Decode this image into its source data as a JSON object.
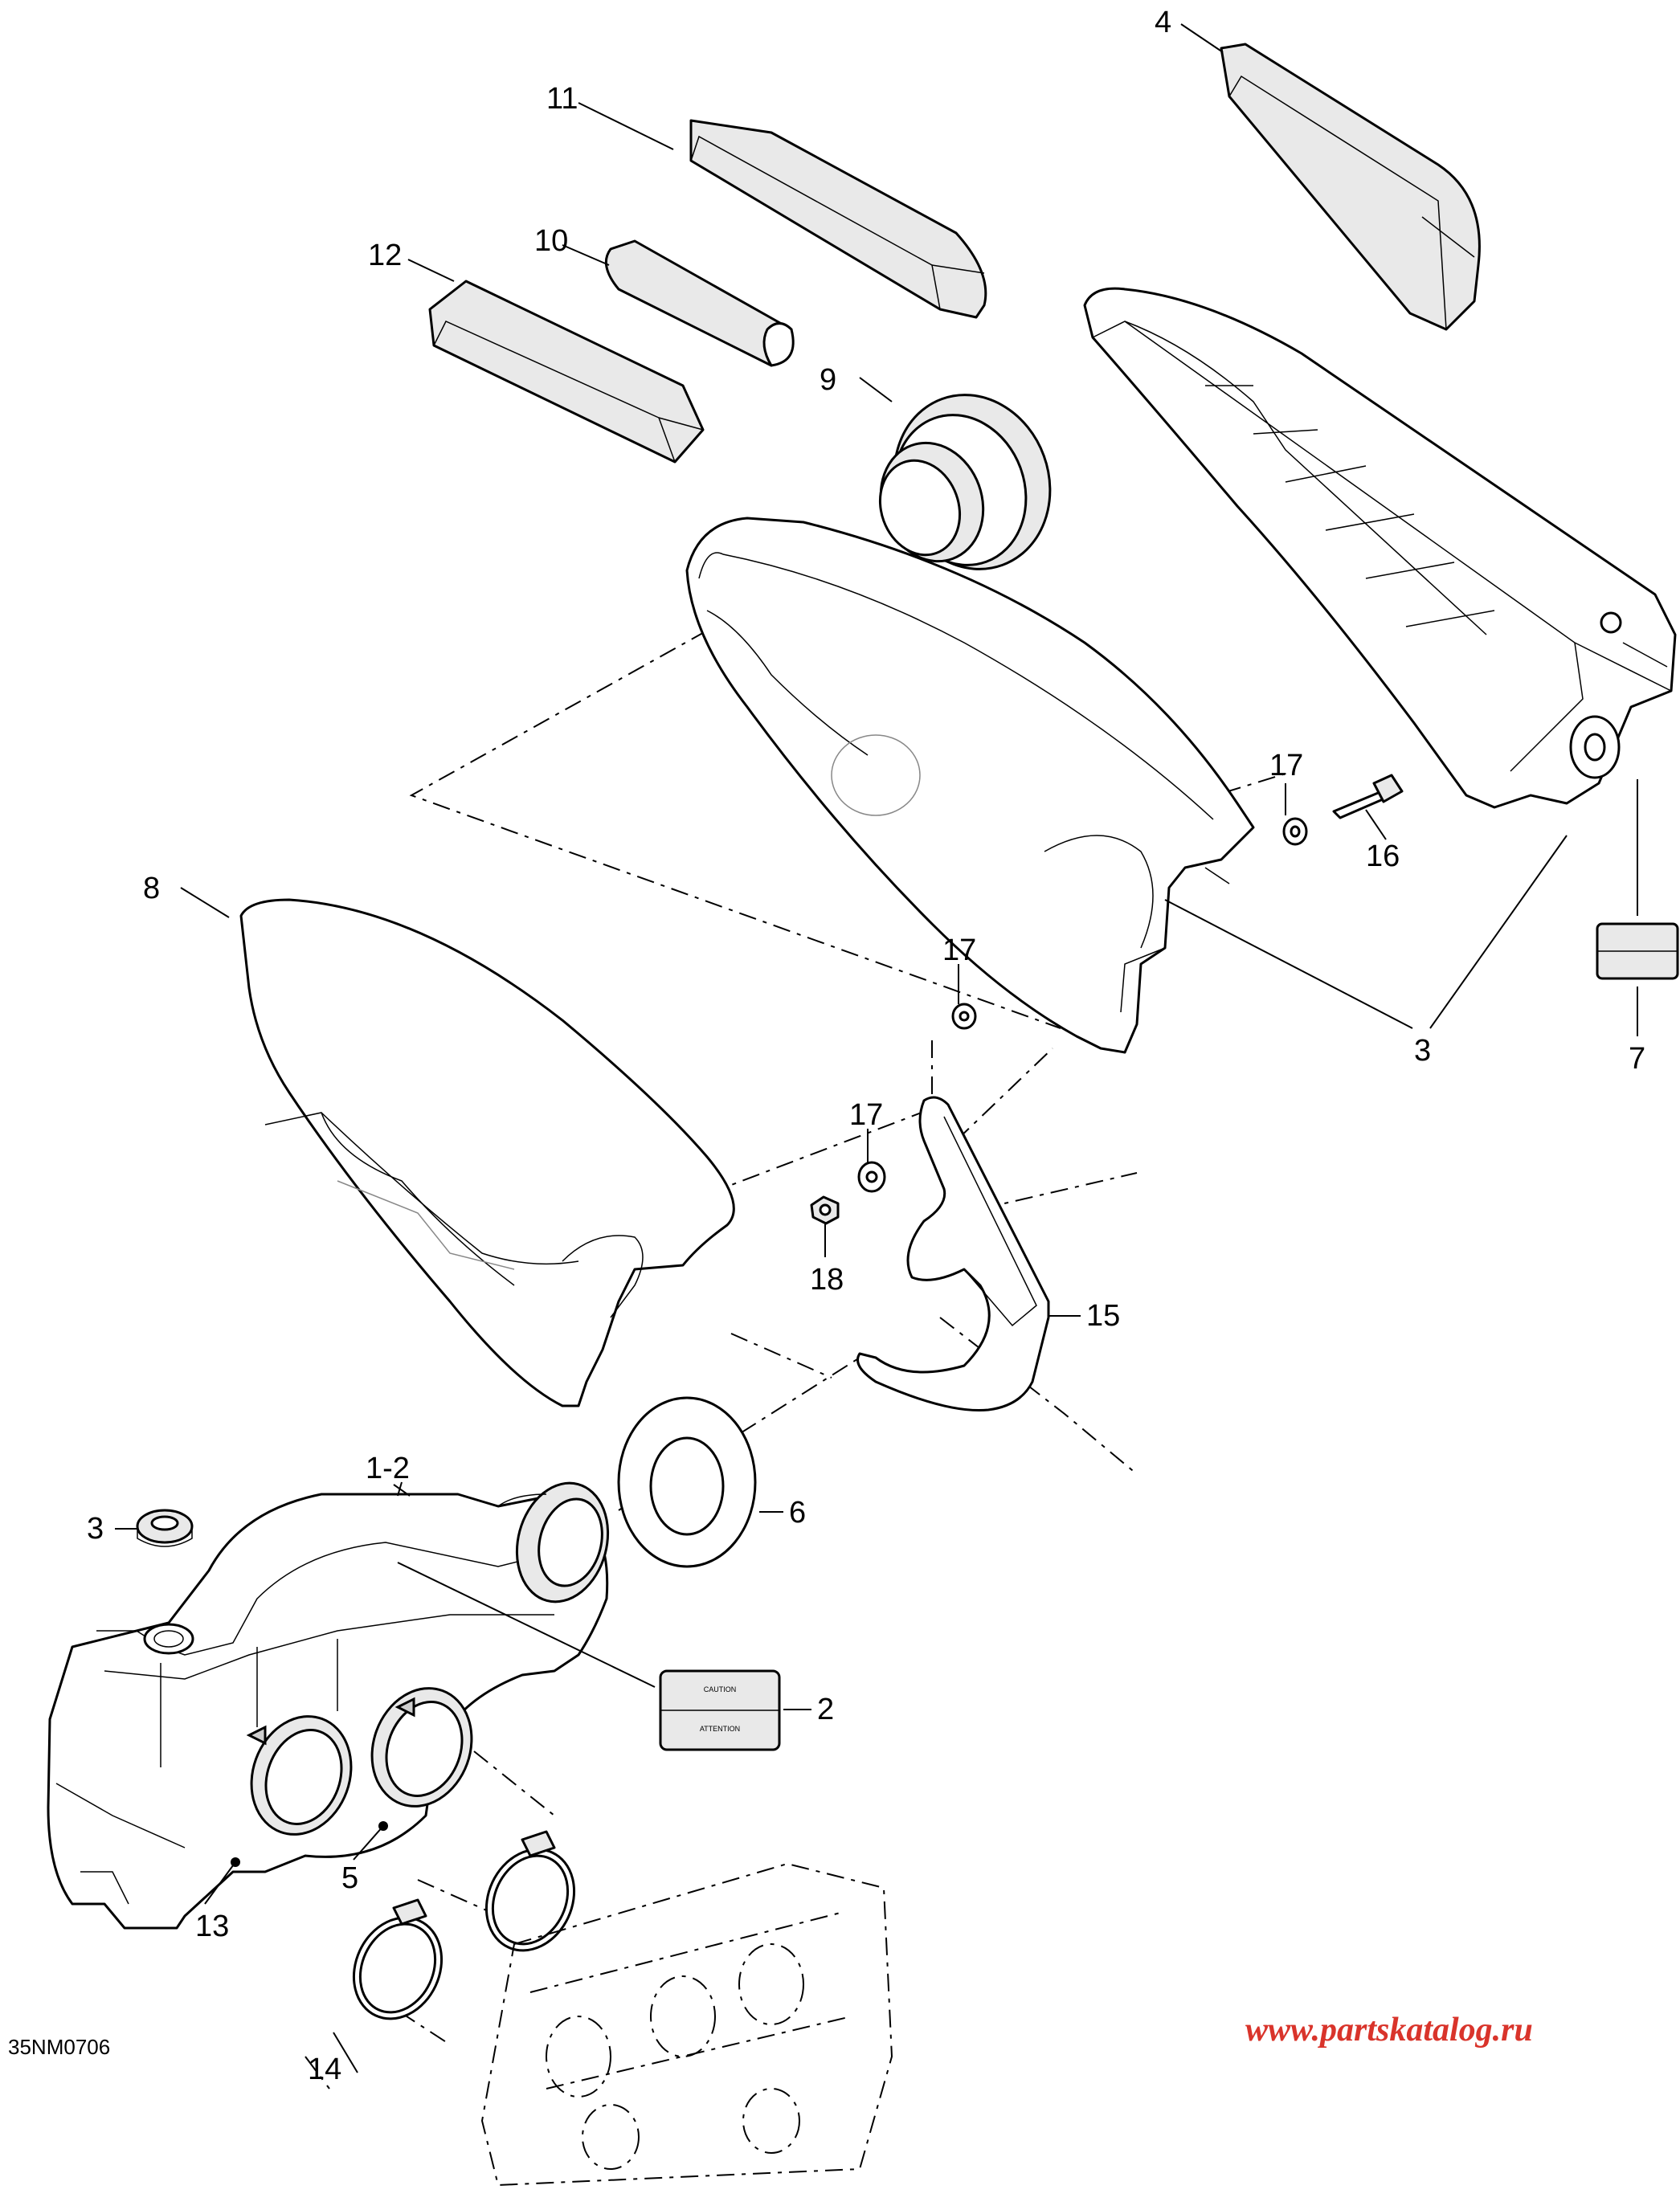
{
  "diagram": {
    "drawing_code": "35NM0706",
    "watermark": "www.partskatalog.ru",
    "callouts": [
      {
        "id": "c1-2",
        "text": "1-2"
      },
      {
        "id": "c2",
        "text": "2"
      },
      {
        "id": "c3a",
        "text": "3"
      },
      {
        "id": "c3b",
        "text": "3"
      },
      {
        "id": "c4",
        "text": "4"
      },
      {
        "id": "c5",
        "text": "5"
      },
      {
        "id": "c6",
        "text": "6"
      },
      {
        "id": "c7",
        "text": "7"
      },
      {
        "id": "c8",
        "text": "8"
      },
      {
        "id": "c9",
        "text": "9"
      },
      {
        "id": "c10",
        "text": "10"
      },
      {
        "id": "c11",
        "text": "11"
      },
      {
        "id": "c12",
        "text": "12"
      },
      {
        "id": "c13",
        "text": "13"
      },
      {
        "id": "c14",
        "text": "14"
      },
      {
        "id": "c15",
        "text": "15"
      },
      {
        "id": "c16",
        "text": "16"
      },
      {
        "id": "c17a",
        "text": "17"
      },
      {
        "id": "c17b",
        "text": "17"
      },
      {
        "id": "c17c",
        "text": "17"
      },
      {
        "id": "c18",
        "text": "18"
      }
    ],
    "labels": {
      "caution_label_line1": "CAUTION",
      "caution_label_line2": "ATTENTION"
    }
  }
}
